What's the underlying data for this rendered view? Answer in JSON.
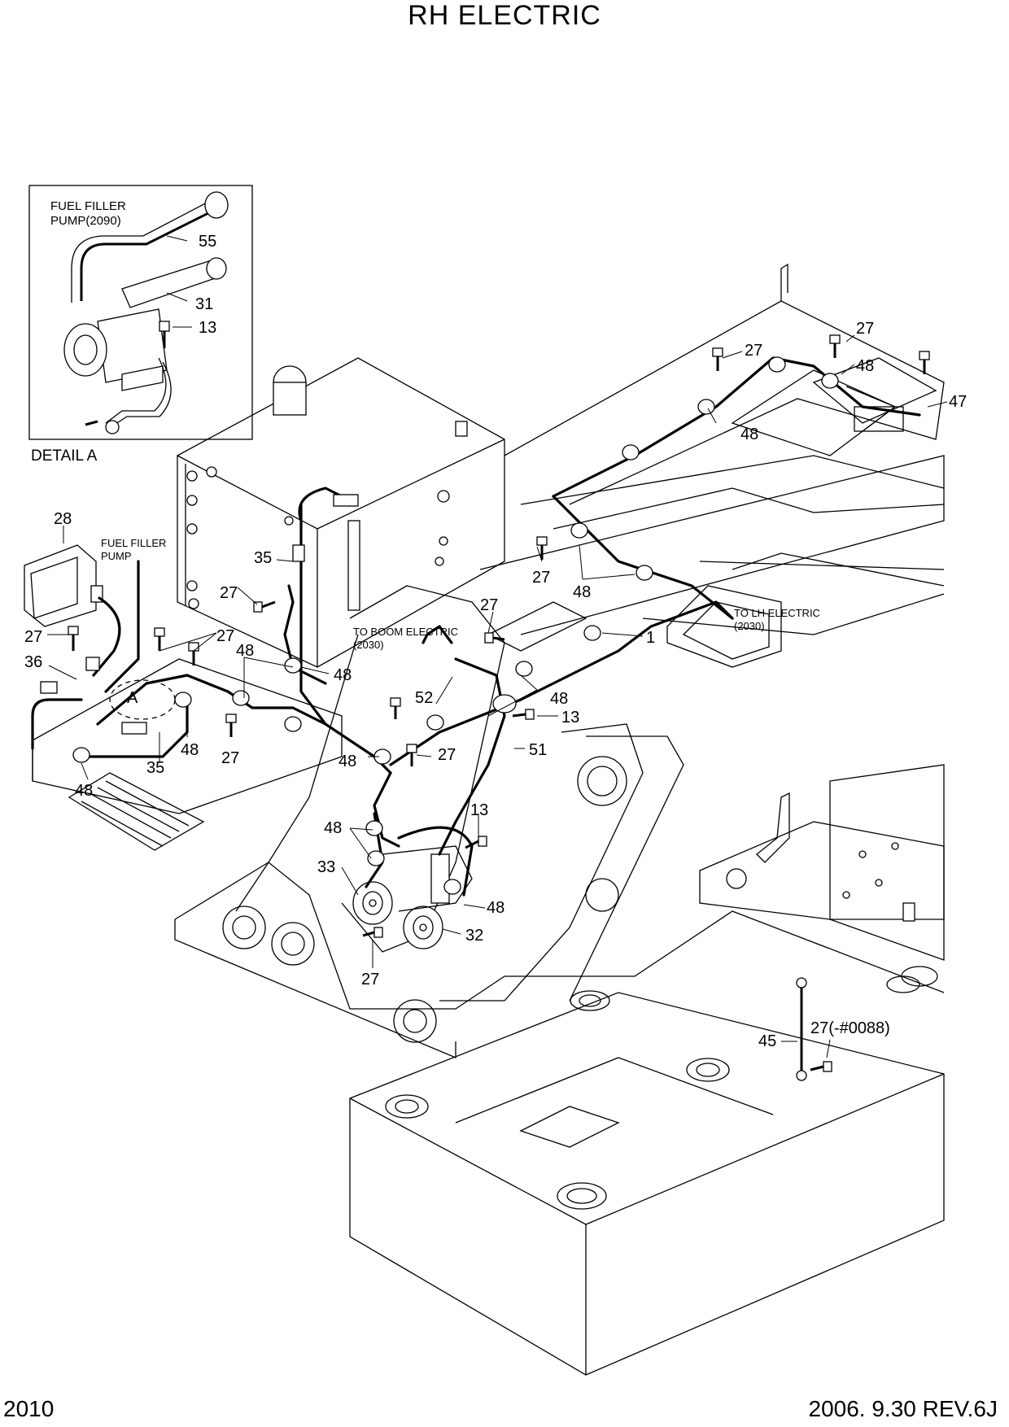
{
  "title": "RH ELECTRIC",
  "footer": {
    "page_number": "2010",
    "revision": "2006. 9.30  REV.6J"
  },
  "detail_box": {
    "heading_line1": "FUEL FILLER",
    "heading_line2": "PUMP(2090)",
    "caption": "DETAIL  A",
    "callouts": [
      "55",
      "31",
      "13"
    ]
  },
  "annotations": {
    "fuel_filler_line1": "FUEL FILLER",
    "fuel_filler_line2": "PUMP",
    "boom_line1": "TO BOOM ELECTRIC",
    "boom_line2": "(2030)",
    "lh_line1": "TO LH ELECTRIC",
    "lh_line2": "(2030)",
    "detail_marker": "A"
  },
  "callouts": [
    "28",
    "36",
    "27",
    "27",
    "48",
    "35",
    "48",
    "27",
    "48",
    "27",
    "35",
    "48",
    "27",
    "48",
    "27",
    "52",
    "48",
    "27",
    "48",
    "13",
    "51",
    "1",
    "48",
    "27",
    "48",
    "13",
    "33",
    "48",
    "32",
    "27",
    "27",
    "48",
    "47",
    "27",
    "48",
    "27(-#0088)",
    "45"
  ]
}
